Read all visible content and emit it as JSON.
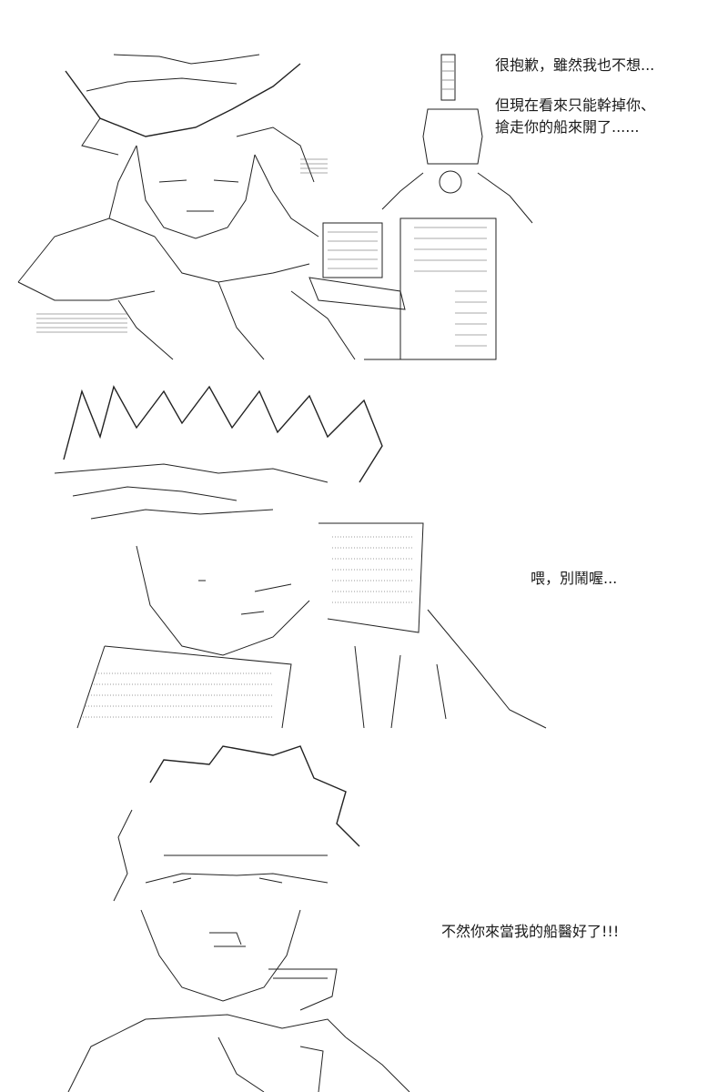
{
  "panels": [
    {
      "lines": [
        "很抱歉，雖然我也不想...",
        "但現在看來只能幹掉你、",
        "搶走你的船來開了......"
      ]
    },
    {
      "lines": [
        "喂，別鬧喔..."
      ]
    },
    {
      "lines": [
        "不然你來當我的船醫好了!!!"
      ]
    }
  ]
}
